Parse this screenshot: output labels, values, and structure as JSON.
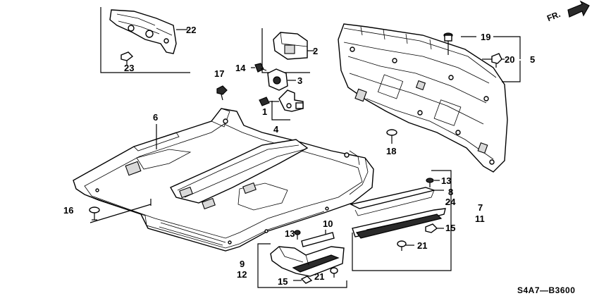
{
  "diagram": {
    "direction_label": "FR.",
    "code": "S4A7—B3600",
    "callouts": {
      "c1": "1",
      "c2": "2",
      "c3": "3",
      "c4": "4",
      "c5": "5",
      "c6": "6",
      "c7": "7",
      "c8": "8",
      "c9": "9",
      "c10": "10",
      "c11": "11",
      "c12": "12",
      "c13a": "13",
      "c13b": "13",
      "c14": "14",
      "c15a": "15",
      "c15b": "15",
      "c16": "16",
      "c17": "17",
      "c18": "18",
      "c19": "19",
      "c20": "20",
      "c21a": "21",
      "c21b": "21",
      "c22": "22",
      "c23": "23",
      "c24": "24"
    }
  }
}
